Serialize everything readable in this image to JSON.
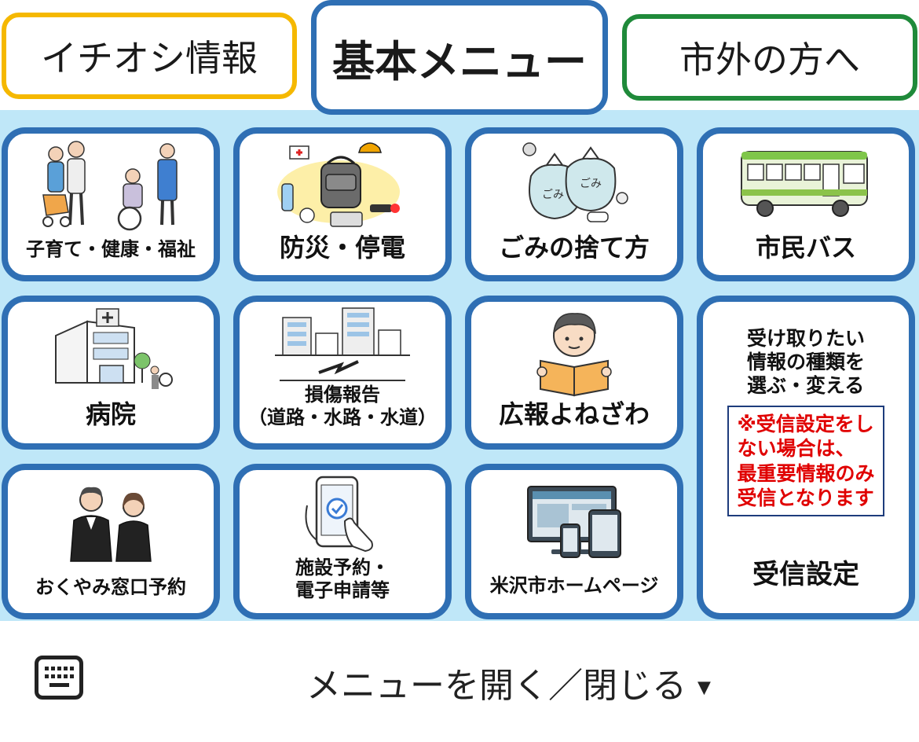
{
  "tabs": {
    "osusume": "イチオシ情報",
    "kihon": "基本メニュー",
    "shigai": "市外の方へ"
  },
  "menu": {
    "kosodate": "子育て・健康・福祉",
    "bousai": "防災・停電",
    "gomi": "ごみの捨て方",
    "bus": "市民バス",
    "byouin": "病院",
    "songai_title": "損傷報告",
    "songai_sub": "（道路・水路・水道）",
    "kouhou": "広報よねざわ",
    "jushin_intro": "受け取りたい\n情報の種類を\n選ぶ・変える",
    "jushin_notice": "※受信設定をし\nない場合は、\n最重要情報のみ\n受信となります",
    "jushin_label": "受信設定",
    "okuyami": "おくやみ窓口予約",
    "shisetsu": "施設予約・\n電子申請等",
    "homepage": "米沢市ホームページ",
    "bag_label": "ごみ"
  },
  "footer": {
    "toggle_label": "メニューを開く／閉じる"
  },
  "colors": {
    "accent_blue": "#2f6fb4",
    "tab_yellow": "#f5b800",
    "tab_green": "#1f8a3a",
    "panel_bg": "#bfe7f8",
    "notice_red": "#e00000"
  }
}
